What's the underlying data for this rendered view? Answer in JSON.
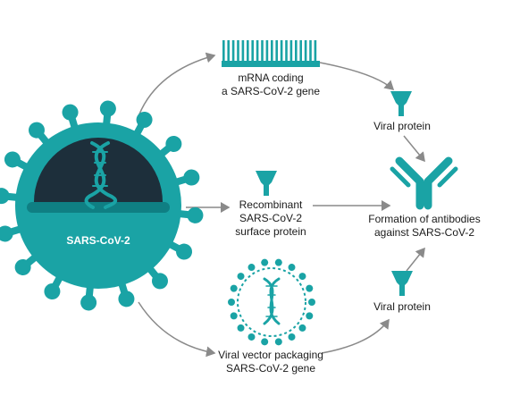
{
  "colors": {
    "teal": "#1aa3a5",
    "teal_dark": "#0f7f83",
    "navy": "#1d2f3b",
    "arrow": "#8a8a8a",
    "text": "#1a1a1a"
  },
  "virus": {
    "label": "SARS-CoV-2"
  },
  "mrna": {
    "line1": "mRNA coding",
    "line2": "a SARS-CoV-2 gene"
  },
  "viral_protein_top": {
    "label": "Viral protein"
  },
  "recombinant": {
    "line1": "Recombinant",
    "line2": "SARS-CoV-2",
    "line3": "surface protein"
  },
  "antibodies": {
    "line1": "Formation of antibodies",
    "line2": "against SARS-CoV-2"
  },
  "viral_protein_bottom": {
    "label": "Viral protein"
  },
  "vector": {
    "line1": "Viral vector packaging",
    "line2": "SARS-CoV-2 gene"
  },
  "icons": [
    "virus-icon",
    "dna-helix-icon",
    "mrna-strand-icon",
    "protein-icon",
    "antibody-icon",
    "viral-vector-icon"
  ]
}
